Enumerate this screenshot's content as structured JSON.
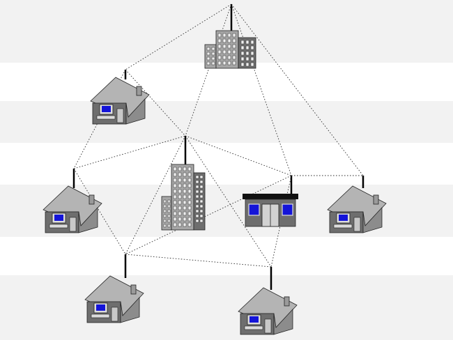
{
  "diagram": {
    "nodes": [
      {
        "id": "n1",
        "kind": "office-building"
      },
      {
        "id": "n2",
        "kind": "house"
      },
      {
        "id": "n3",
        "kind": "house"
      },
      {
        "id": "n4",
        "kind": "tower-building"
      },
      {
        "id": "n5",
        "kind": "shop"
      },
      {
        "id": "n6",
        "kind": "house"
      },
      {
        "id": "n7",
        "kind": "house"
      },
      {
        "id": "n8",
        "kind": "house"
      }
    ],
    "links": [
      [
        "n1",
        "n2"
      ],
      [
        "n1",
        "n4"
      ],
      [
        "n1",
        "n5"
      ],
      [
        "n1",
        "n6"
      ],
      [
        "n2",
        "n3"
      ],
      [
        "n2",
        "n4"
      ],
      [
        "n3",
        "n4"
      ],
      [
        "n3",
        "n7"
      ],
      [
        "n4",
        "n5"
      ],
      [
        "n4",
        "n7"
      ],
      [
        "n4",
        "n8"
      ],
      [
        "n5",
        "n6"
      ],
      [
        "n5",
        "n7"
      ],
      [
        "n5",
        "n8"
      ],
      [
        "n7",
        "n8"
      ]
    ]
  },
  "colors": {
    "band": "#e8e8e8",
    "link": "#333333",
    "building_gray": "#a6a6a6",
    "building_dark": "#6e6e6e",
    "roof": "#b4b4b4",
    "window": "#eeeeee",
    "screen": "#1414d8",
    "antenna": "#000000"
  }
}
